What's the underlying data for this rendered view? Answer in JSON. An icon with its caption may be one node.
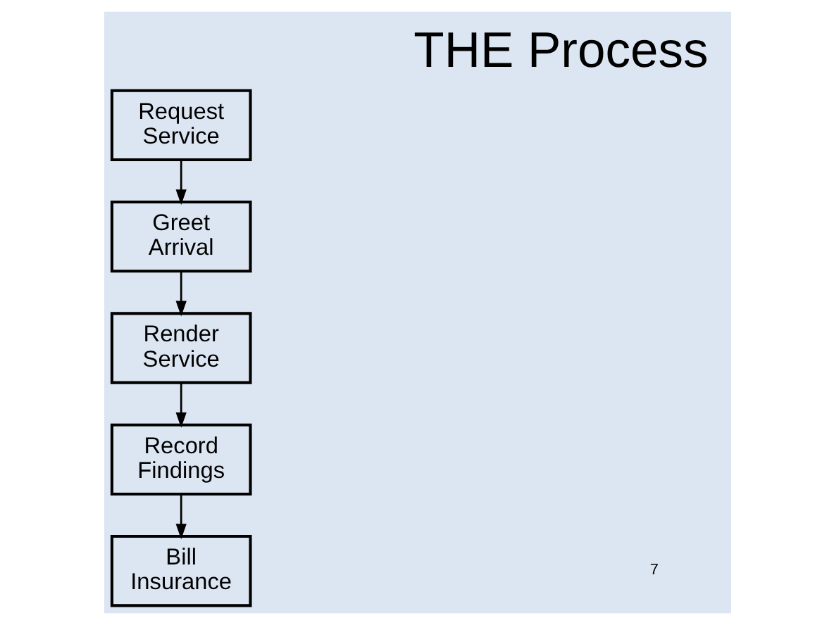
{
  "diagram": {
    "title": "THE Process",
    "nodes": [
      {
        "text": [
          "Request Service"
        ]
      },
      {
        "text": [
          "Greet Arrival"
        ]
      },
      {
        "text": [
          "Render Service"
        ]
      },
      {
        "text": [
          "Record Findings"
        ]
      },
      {
        "text": [
          "Bill Insurance"
        ]
      }
    ],
    "edges": [
      {
        "from": 0,
        "to": 1,
        "arrow": "to"
      },
      {
        "from": 1,
        "to": 2,
        "arrow": "to"
      },
      {
        "from": 2,
        "to": 3,
        "arrow": "to"
      },
      {
        "from": 3,
        "to": 4,
        "arrow": "to"
      }
    ],
    "labels": [
      "7"
    ]
  }
}
